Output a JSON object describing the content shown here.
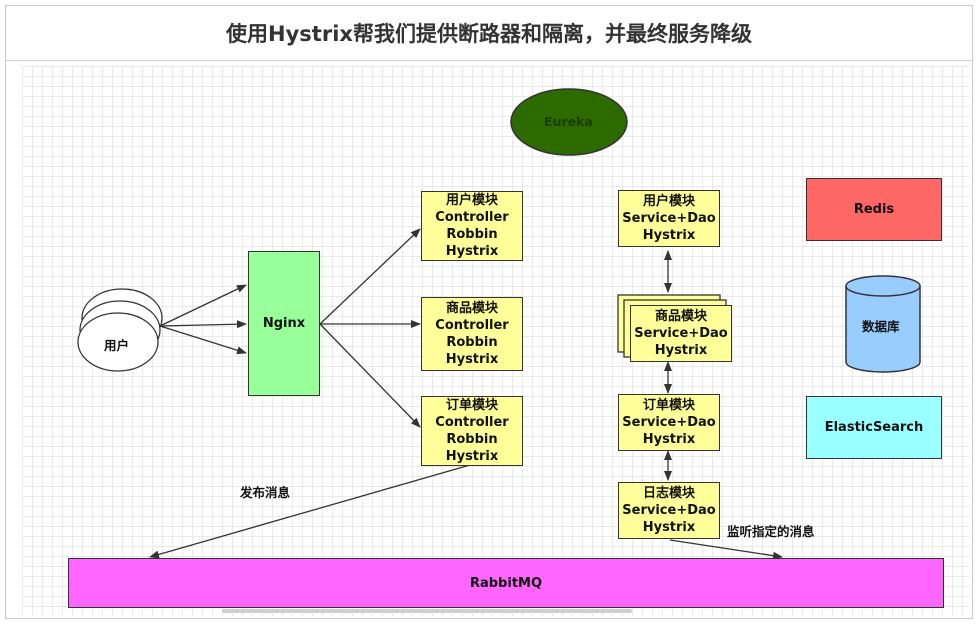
{
  "title": "使用Hystrix帮我们提供断路器和隔离，并最终服务降级",
  "user": "用户",
  "eureka": "Eureka",
  "nginx": "Nginx",
  "controllers": [
    {
      "name": "用户模块",
      "l1": "Controller",
      "l2": "Robbin",
      "l3": "Hystrix"
    },
    {
      "name": "商品模块",
      "l1": "Controller",
      "l2": "Robbin",
      "l3": "Hystrix"
    },
    {
      "name": "订单模块",
      "l1": "Controller",
      "l2": "Robbin",
      "l3": "Hystrix"
    }
  ],
  "services": [
    {
      "name": "用户模块",
      "l1": "Service+Dao",
      "l2": "Hystrix"
    },
    {
      "name": "商品模块",
      "l1": "Service+Dao",
      "l2": "Hystrix"
    },
    {
      "name": "订单模块",
      "l1": "Service+Dao",
      "l2": "Hystrix"
    },
    {
      "name": "日志模块",
      "l1": "Service+Dao",
      "l2": "Hystrix"
    }
  ],
  "redis": "Redis",
  "database": "数据库",
  "elasticsearch": "ElasticSearch",
  "rabbitmq": "RabbitMQ",
  "publish_label": "发布消息",
  "listen_label": "监听指定的消息",
  "colors": {
    "eureka": "#2d6b00",
    "nginx": "#99ff99",
    "module": "#ffff99",
    "redis": "#ff6666",
    "database": "#99ccff",
    "elasticsearch": "#99ffff",
    "rabbitmq": "#ff66ff"
  }
}
